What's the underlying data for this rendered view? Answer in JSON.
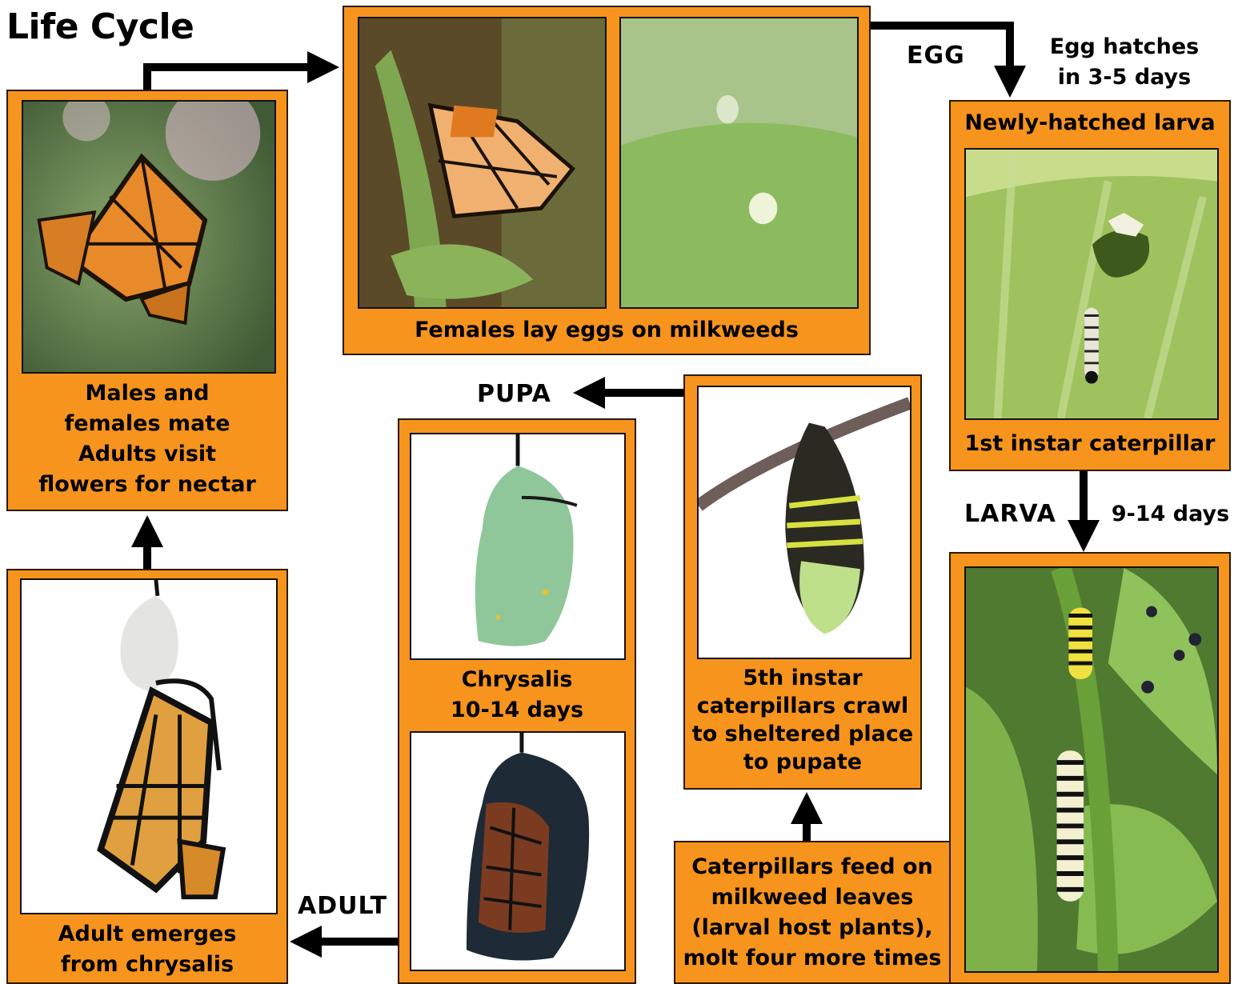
{
  "title": "Life Cycle",
  "stages": {
    "egg": "EGG",
    "larva": "LARVA",
    "pupa": "PUPA",
    "adult": "ADULT"
  },
  "notes": {
    "egg_hatch": "Egg hatches\nin 3-5 days",
    "larva_duration": "9-14 days"
  },
  "panels": {
    "mating": "Males and\nfemales mate\nAdults visit\nflowers for nectar",
    "eggs": "Females lay eggs on milkweeds",
    "hatched_header": "Newly-hatched larva",
    "hatched_caption": "1st instar caterpillar",
    "chrysalis": "Chrysalis\n10-14 days",
    "fifth_instar": "5th instar\ncaterpillars crawl\nto sheltered place\nto pupate",
    "feeding": "Caterpillars feed on\nmilkweed leaves\n(larval host plants),\nmolt four more times",
    "emerge": "Adult emerges\nfrom chrysalis"
  },
  "colors": {
    "panel": "#f7941d",
    "arrow": "#000000"
  }
}
